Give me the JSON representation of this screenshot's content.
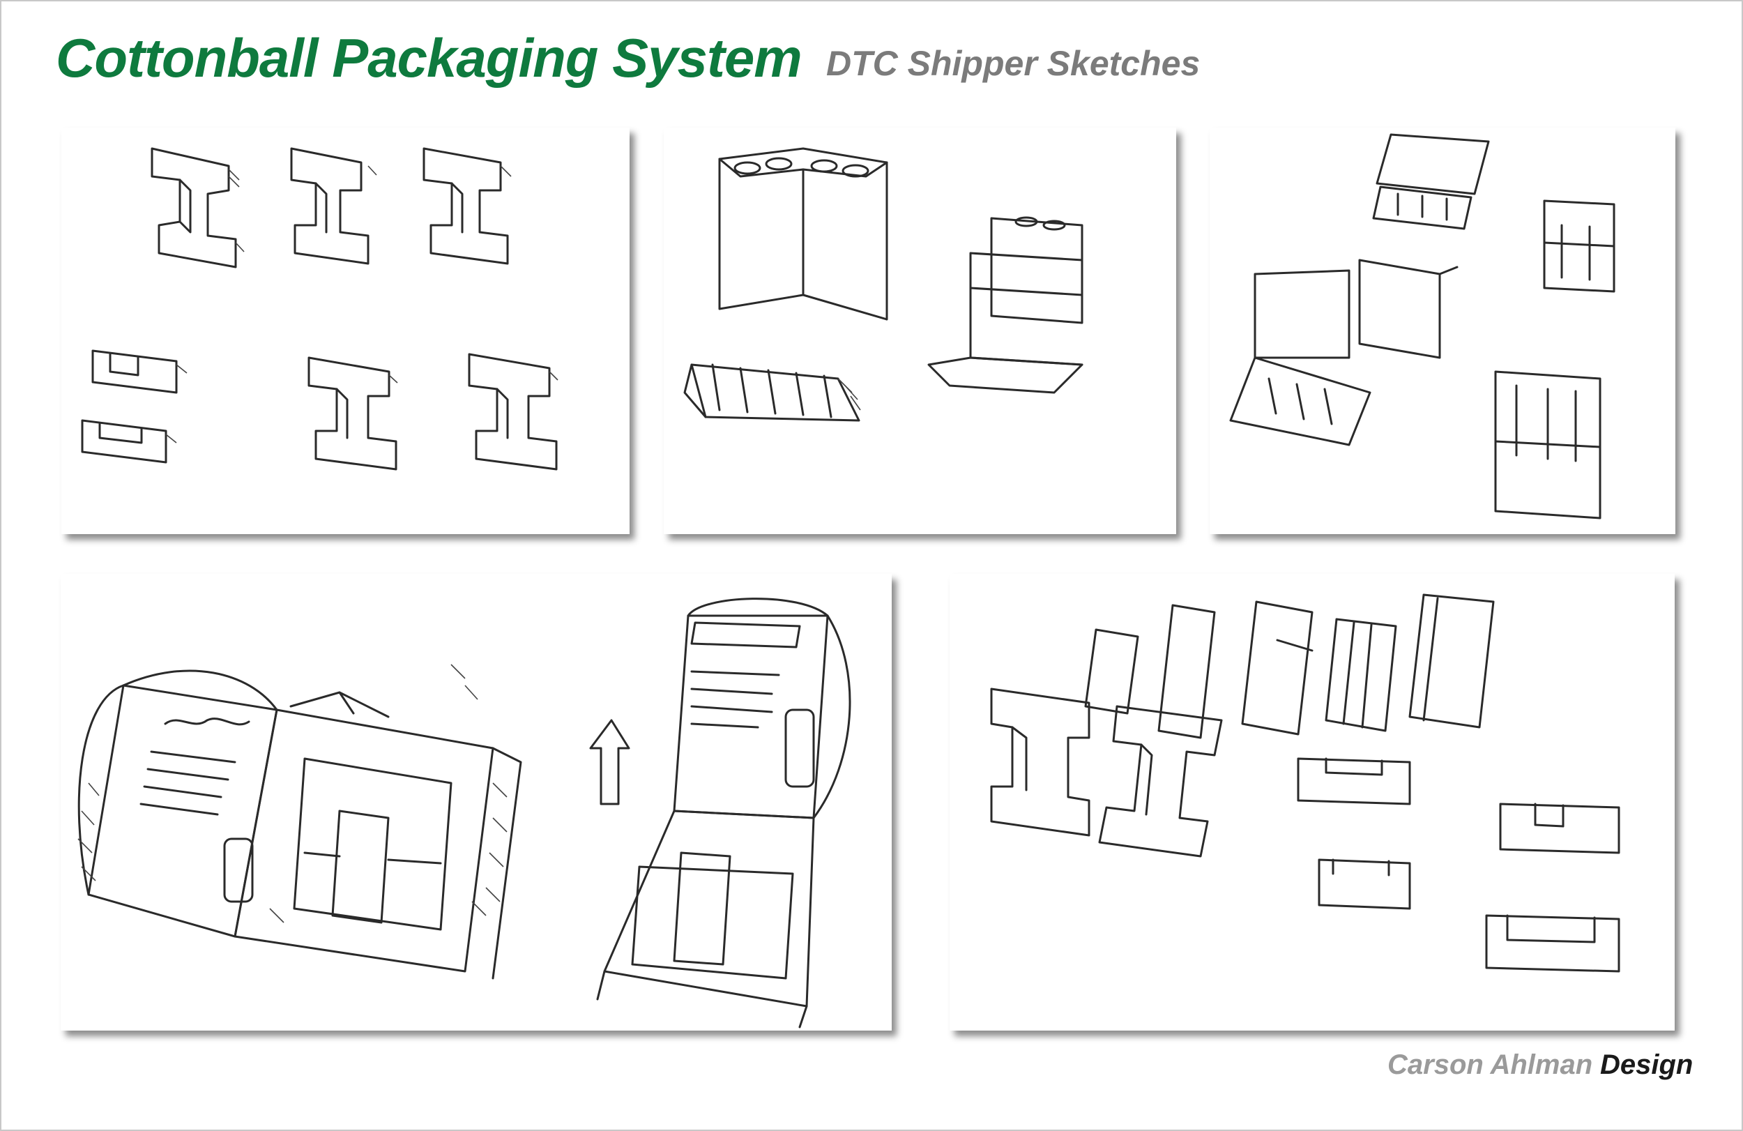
{
  "header": {
    "title": "Cottonball Packaging System",
    "subtitle": "DTC Shipper Sketches"
  },
  "footer": {
    "author": "Carson Ahlman",
    "tag": "Design"
  },
  "colors": {
    "title_green": "#0e7a3e",
    "subtitle_gray": "#7b7b7b",
    "frame_border": "#c8c8c8"
  }
}
